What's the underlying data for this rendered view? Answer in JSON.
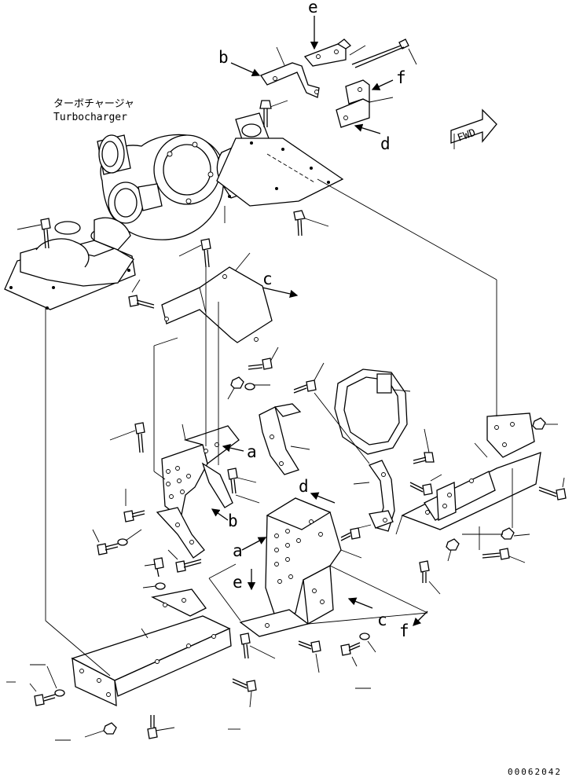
{
  "caption": {
    "japanese": "ターボチャージャ",
    "english": "Turbocharger"
  },
  "forward_sign": "FWD",
  "callouts": {
    "a1": "a",
    "a2": "a",
    "b1": "b",
    "b2": "b",
    "c1": "c",
    "c2": "c",
    "d1": "d",
    "d2": "d",
    "e1": "e",
    "e2": "e",
    "f1": "f",
    "f2": "f"
  },
  "drawing_number": "00062042"
}
